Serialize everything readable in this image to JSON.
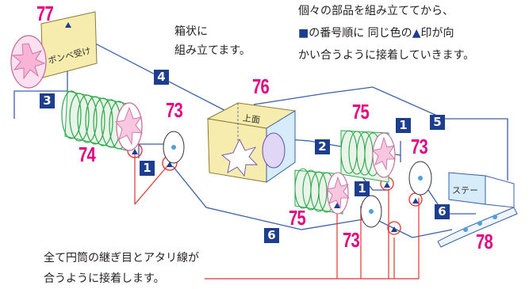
{
  "instructions": {
    "line1": "個々の部品を組み立ててから、",
    "line2_square": "■",
    "line2_rest": "の番号順に 同じ色の",
    "line2_tri": "▲",
    "line2_end": "印が向",
    "line3": "かい合うように接着していきます。"
  },
  "box_note": {
    "line1": "箱状に",
    "line2": "組み立てます。"
  },
  "seam_note": {
    "line1": "全て円筒の継ぎ目とアタリ線が",
    "line2": "合うように接着します。"
  },
  "part_numbers": {
    "p77": "77",
    "p76": "76",
    "p75a": "75",
    "p75b": "75",
    "p74": "74",
    "p73a": "73",
    "p73b": "73",
    "p73c": "73",
    "p78": "78"
  },
  "step_badges": {
    "b1a": "1",
    "b1b": "1",
    "b1c": "1",
    "b2": "2",
    "b3": "3",
    "b4": "4",
    "b5": "5",
    "b6a": "6",
    "b6b": "6"
  },
  "part_labels": {
    "bombe": "ボンベ受け",
    "top": "上面",
    "stay": "ステー"
  },
  "colors": {
    "badge": "#1d3d8f",
    "part_number": "#e6007e",
    "guide_line": "#3a5fb0",
    "callout": "#e8322d",
    "cylinder": "#2aa84a",
    "panel": "#f6ecae"
  }
}
